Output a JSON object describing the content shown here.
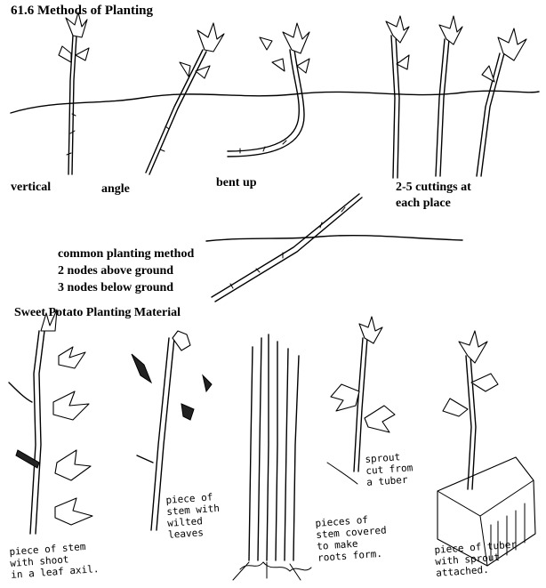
{
  "title": "61.6 Methods of Planting",
  "methods": {
    "vertical": "vertical",
    "angle": "angle",
    "bent_up": "bent up",
    "cuttings": [
      "2-5 cuttings at",
      "each place"
    ]
  },
  "common": [
    "common planting method",
    "2 nodes above ground",
    "3 nodes below ground"
  ],
  "section2_title": "Sweet Potato Planting Material",
  "materials": {
    "stem_shoot": [
      "piece of stem",
      "with shoot",
      "in a leaf axil."
    ],
    "stem_wilted": [
      "piece of",
      "stem with",
      "wilted",
      "leaves"
    ],
    "stem_cored": [
      "pieces of",
      "stem covered",
      "to make",
      "roots form."
    ],
    "sprout": [
      "sprout",
      "cut from",
      "a tuber"
    ],
    "tuber": [
      "piece of tuber",
      "with sprout",
      "attached."
    ]
  }
}
